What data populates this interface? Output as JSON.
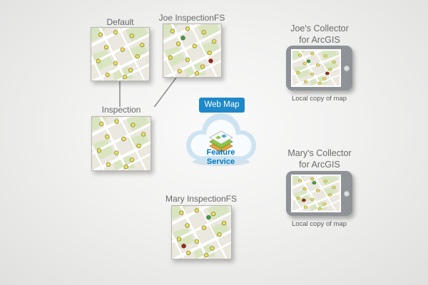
{
  "colors": {
    "accent_blue": "#0079c1",
    "badge_blue": "#1e88c9",
    "dotted_blue": "#2f8dc8",
    "connector_gray": "#8a8a8a",
    "tablet_gray": "#8f9296",
    "label_gray": "#666666",
    "map_marker_yellow": "#efe34f",
    "map_marker_green": "#4b9e43",
    "map_marker_red": "#9b2c20",
    "cloud_blue": "#cde3f2"
  },
  "maps": {
    "default": {
      "label": "Default"
    },
    "joe_fs": {
      "label": "Joe InspectionFS"
    },
    "inspection": {
      "label": "Inspection"
    },
    "mary_fs": {
      "label": "Mary InspectionFS"
    }
  },
  "web_map": {
    "badge": "Web Map",
    "service_label": "Feature Service"
  },
  "devices": {
    "joe": {
      "title": "Joe's Collector\nfor ArcGIS",
      "caption": "Local copy of map"
    },
    "mary": {
      "title": "Mary's Collector\nfor ArcGIS",
      "caption": "Local copy of map"
    }
  }
}
